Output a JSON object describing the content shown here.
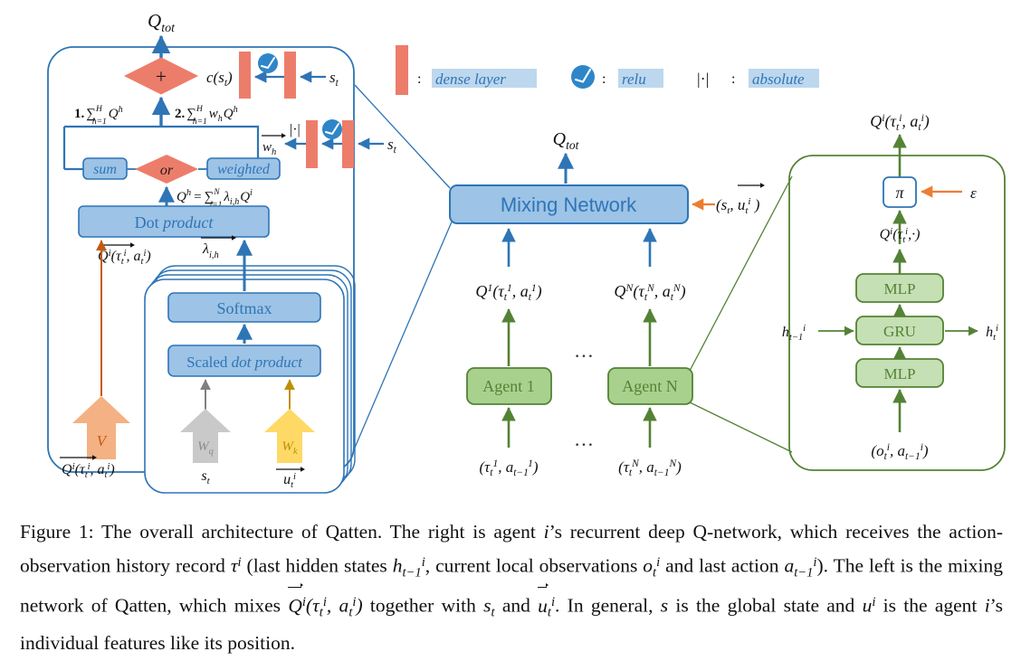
{
  "figure": {
    "legend": {
      "dense_layer_label": "dense layer",
      "relu_label": "relu",
      "absolute_symbol": "|·|",
      "absolute_label": "absolute",
      "colon": ":"
    },
    "mixing_network_panel": {
      "output_label": "Q",
      "output_sub": "tot",
      "c_label": "c(s",
      "c_sub": "t",
      "c_close": ")",
      "s_t_top": "s",
      "s_t_top_sub": "t",
      "s_t_mid": "s",
      "s_t_mid_sub": "t",
      "plus_symbol": "+",
      "option1_prefix": "1.",
      "option1_formula": "∑",
      "option1_upper": "H",
      "option1_lower": "h=1",
      "option1_term": "Q",
      "option1_term_sup": "h",
      "option2_prefix": "2.",
      "option2_formula": "∑",
      "option2_upper": "H",
      "option2_lower": "h=1",
      "option2_w": "w",
      "option2_w_sub": "h",
      "option2_term": "Q",
      "option2_term_sup": "h",
      "sum_box": "sum",
      "or_diamond": "or",
      "weighted_box": "weighted",
      "w_h_label": "w",
      "w_h_sub": "h",
      "abs_symbol": "|·|",
      "qh_formula_lhs": "Q",
      "qh_formula_lhs_sup": "h",
      "qh_formula_eq": "=",
      "qh_formula_sum": "∑",
      "qh_formula_upper": "N",
      "qh_formula_lower": "i=1",
      "qh_formula_lambda": "λ",
      "qh_formula_lambda_sub": "i,h",
      "qh_formula_q": "Q",
      "qh_formula_q_sup": "i",
      "dot_product_box": "Dot product",
      "softmax_box": "Softmax",
      "scaled_dot_box_a": "Scaled ",
      "scaled_dot_box_b": "dot product",
      "q_vec_label": "Q",
      "q_vec_sup": "i",
      "q_vec_args": "(τ",
      "q_vec_args_sub": "t",
      "q_vec_args_sup": "i",
      "q_vec_args2": ", a",
      "q_vec_args2_sub": "t",
      "q_vec_args2_sup": "i",
      "q_vec_close": ")",
      "lambda_vec": "λ",
      "lambda_vec_sub": "i,h",
      "arrow_v_label": "V",
      "arrow_wq_label": "W",
      "arrow_wq_sub": "q",
      "arrow_wk_label": "W",
      "arrow_wk_sub": "k",
      "input_s_t": "s",
      "input_s_t_sub": "t",
      "input_u_t": "u",
      "input_u_t_sub": "t",
      "input_u_t_sup": "i"
    },
    "center": {
      "q_tot": "Q",
      "q_tot_sub": "tot",
      "mixing_network_label": "Mixing Network",
      "mixing_inputs": "(s",
      "mixing_inputs_sub": "t",
      "mixing_inputs_mid": ", u",
      "mixing_inputs_sub2": "t",
      "mixing_inputs_sup2": "i",
      "mixing_inputs_close": " )",
      "q1_label": "Q",
      "q1_sup": "1",
      "q1_args": "(τ",
      "q1_args_sub": "t",
      "q1_args_sup": "1",
      "q1_args2": ", a",
      "q1_args2_sub": "t",
      "q1_args2_sup": "1",
      "q1_close": ")",
      "qn_label": "Q",
      "qn_sup": "N",
      "qn_args": "(τ",
      "qn_args_sub": "t",
      "qn_args_sup": "N",
      "qn_args2": ", a",
      "qn_args2_sub": "t",
      "qn_args2_sup": "N",
      "qn_close": ")",
      "agent_1_label": "Agent 1",
      "agent_n_label": "Agent N",
      "ellipsis_top": "…",
      "ellipsis_bottom": "…",
      "in1": "(τ",
      "in1_sub": "t",
      "in1_sup": "1",
      "in1_mid": ", a",
      "in1_sub2": "t−1",
      "in1_sup2": "1",
      "in1_close": ")",
      "inn": "(τ",
      "inn_sub": "t",
      "inn_sup": "N",
      "inn_mid": ", a",
      "inn_sub2": "t−1",
      "inn_sup2": "N",
      "inn_close": ")"
    },
    "agent_panel": {
      "output_q": "Q",
      "output_q_sup": "i",
      "output_args": "(τ",
      "output_args_sub": "t",
      "output_args_sup": "i",
      "output_args2": ", a",
      "output_args2_sub": "t",
      "output_args2_sup": "i",
      "output_close": ")",
      "pi_box": "π",
      "epsilon_label": "ε",
      "q_dot": "Q",
      "q_dot_sup": "i",
      "q_dot_args": "(τ",
      "q_dot_args_sub": "t",
      "q_dot_args_sup": "i",
      "q_dot_mid": ",·)",
      "mlp_top": "MLP",
      "gru": "GRU",
      "mlp_bottom": "MLP",
      "h_prev": "h",
      "h_prev_sub": "t−1",
      "h_prev_sup": "i",
      "h_next": "h",
      "h_next_sub": "t",
      "h_next_sup": "i",
      "input": "(o",
      "input_sub": "t",
      "input_sup": "i",
      "input_mid": ", a",
      "input_sub2": "t−1",
      "input_sup2": "i",
      "input_close": ")"
    },
    "colors": {
      "dense_red": "#ED7D6B",
      "relu_blue": "#2E86C8",
      "box_blue_fill": "#9DC3E6",
      "box_blue_stroke": "#2E75B6",
      "text_blue": "#2E75B6",
      "diamond_red": "#ED7D6B",
      "agent_green_fill": "#A9D18E",
      "agent_green_stroke": "#548235",
      "mlp_green_fill": "#C5E0B4",
      "arrow_orange": "#ED7D31",
      "arrow_v_fill": "#F4B183",
      "arrow_wq_fill": "#C9C9C9",
      "arrow_wk_fill": "#FFD966",
      "highlight_blue": "#BDD7EE"
    }
  },
  "caption": {
    "number": "Figure 1:",
    "text_part_1": " The overall architecture of Qatten. The right is agent ",
    "i_1": "i",
    "text_part_2": "’s recurrent deep Q-network, which receives the action-observation history record ",
    "tau_i": "τ",
    "tau_sup": "i",
    "text_part_3": " (last hidden states ",
    "h_sym": "h",
    "h_sub": "t−1",
    "h_sup": "i",
    "text_part_4": ", current local observations ",
    "o_sym": "o",
    "o_sub": "t",
    "o_sup": "i",
    "text_part_5": " and last action ",
    "a_sym": "a",
    "a_sub": "t−1",
    "a_sup": "i",
    "text_part_6": "). The left is the mixing network of Qatten, which mixes ",
    "qvec": "Q",
    "qvec_sup": "i",
    "qvec_args": "(τ",
    "qvec_args_sub": "t",
    "qvec_args_sup": "i",
    "qvec_args2": ", a",
    "qvec_args2_sub": "t",
    "qvec_args2_sup": "i",
    "qvec_close": ")",
    "text_part_7": " together with ",
    "s_sym": "s",
    "s_sub": "t",
    "text_part_8": " and ",
    "u_sym": "u",
    "u_sub": "t",
    "u_sup": "i",
    "text_part_9": ". In general, ",
    "s_plain": "s",
    "text_part_10": " is the global state and ",
    "u_plain": "u",
    "u_plain_sup": "i",
    "text_part_11": " is the agent ",
    "i_2": "i",
    "text_part_12": "’s individual features like its position."
  }
}
